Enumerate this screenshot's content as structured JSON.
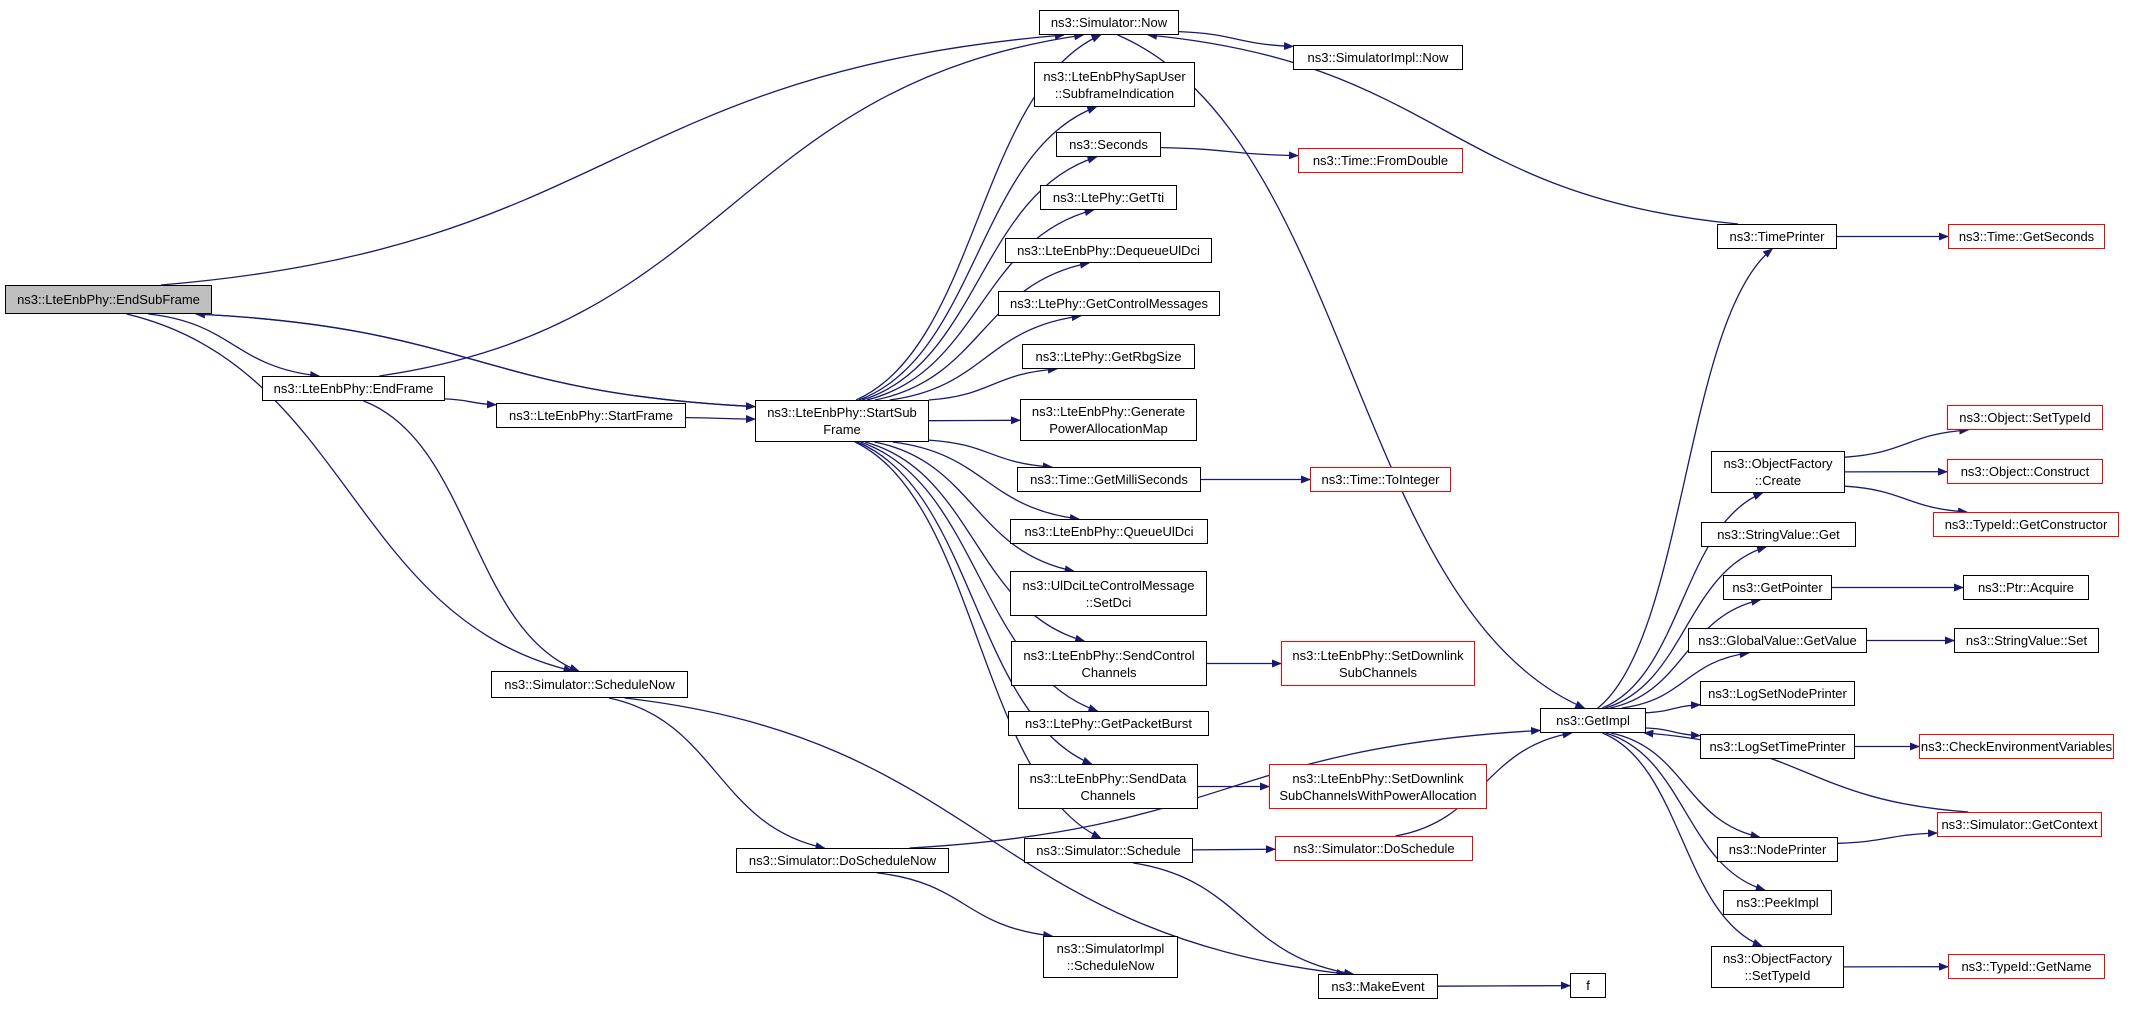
{
  "colors": {
    "edge": "#191970",
    "node_border": "#000000",
    "external_border": "#ff0000",
    "root_fill": "#bfbfbf"
  },
  "nodes": [
    {
      "id": "end_sub_frame",
      "lines": [
        "ns3::LteEnbPhy::EndSubFrame"
      ],
      "style": "root"
    },
    {
      "id": "end_frame",
      "lines": [
        "ns3::LteEnbPhy::EndFrame"
      ],
      "style": "normal"
    },
    {
      "id": "start_frame",
      "lines": [
        "ns3::LteEnbPhy::StartFrame"
      ],
      "style": "normal"
    },
    {
      "id": "start_sub_frame",
      "lines": [
        "ns3::LteEnbPhy::StartSub",
        "Frame"
      ],
      "style": "normal"
    },
    {
      "id": "schedule_now",
      "lines": [
        "ns3::Simulator::ScheduleNow"
      ],
      "style": "normal"
    },
    {
      "id": "do_schedule_now",
      "lines": [
        "ns3::Simulator::DoScheduleNow"
      ],
      "style": "normal"
    },
    {
      "id": "simimpl_schedule_now",
      "lines": [
        "ns3::SimulatorImpl",
        "::ScheduleNow"
      ],
      "style": "normal"
    },
    {
      "id": "sim_now",
      "lines": [
        "ns3::Simulator::Now"
      ],
      "style": "normal"
    },
    {
      "id": "simimpl_now",
      "lines": [
        "ns3::SimulatorImpl::Now"
      ],
      "style": "normal"
    },
    {
      "id": "subframe_indication",
      "lines": [
        "ns3::LteEnbPhySapUser",
        "::SubframeIndication"
      ],
      "style": "normal"
    },
    {
      "id": "seconds",
      "lines": [
        "ns3::Seconds"
      ],
      "style": "normal"
    },
    {
      "id": "from_double",
      "lines": [
        "ns3::Time::FromDouble"
      ],
      "style": "external"
    },
    {
      "id": "get_tti",
      "lines": [
        "ns3::LtePhy::GetTti"
      ],
      "style": "normal"
    },
    {
      "id": "dequeue_ul_dci",
      "lines": [
        "ns3::LteEnbPhy::DequeueUlDci"
      ],
      "style": "normal"
    },
    {
      "id": "get_control_messages",
      "lines": [
        "ns3::LtePhy::GetControlMessages"
      ],
      "style": "normal"
    },
    {
      "id": "get_rbg_size",
      "lines": [
        "ns3::LtePhy::GetRbgSize"
      ],
      "style": "normal"
    },
    {
      "id": "gen_power_alloc",
      "lines": [
        "ns3::LteEnbPhy::Generate",
        "PowerAllocationMap"
      ],
      "style": "normal"
    },
    {
      "id": "get_milliseconds",
      "lines": [
        "ns3::Time::GetMilliSeconds"
      ],
      "style": "normal"
    },
    {
      "id": "to_integer",
      "lines": [
        "ns3::Time::ToInteger"
      ],
      "style": "external"
    },
    {
      "id": "queue_ul_dci",
      "lines": [
        "ns3::LteEnbPhy::QueueUlDci"
      ],
      "style": "normal"
    },
    {
      "id": "set_dci",
      "lines": [
        "ns3::UlDciLteControlMessage",
        "::SetDci"
      ],
      "style": "normal"
    },
    {
      "id": "send_control_channels",
      "lines": [
        "ns3::LteEnbPhy::SendControl",
        "Channels"
      ],
      "style": "normal"
    },
    {
      "id": "set_downlink_subchannels",
      "lines": [
        "ns3::LteEnbPhy::SetDownlink",
        "SubChannels"
      ],
      "style": "external"
    },
    {
      "id": "get_packet_burst",
      "lines": [
        "ns3::LtePhy::GetPacketBurst"
      ],
      "style": "normal"
    },
    {
      "id": "send_data_channels",
      "lines": [
        "ns3::LteEnbPhy::SendData",
        "Channels"
      ],
      "style": "normal"
    },
    {
      "id": "set_downlink_subchannels_pa",
      "lines": [
        "ns3::LteEnbPhy::SetDownlink",
        "SubChannelsWithPowerAllocation"
      ],
      "style": "external"
    },
    {
      "id": "sim_schedule",
      "lines": [
        "ns3::Simulator::Schedule"
      ],
      "style": "normal"
    },
    {
      "id": "do_schedule",
      "lines": [
        "ns3::Simulator::DoSchedule"
      ],
      "style": "external"
    },
    {
      "id": "make_event",
      "lines": [
        "ns3::MakeEvent"
      ],
      "style": "normal"
    },
    {
      "id": "f",
      "lines": [
        "f"
      ],
      "style": "normal"
    },
    {
      "id": "get_impl",
      "lines": [
        "ns3::GetImpl"
      ],
      "style": "normal"
    },
    {
      "id": "time_printer",
      "lines": [
        "ns3::TimePrinter"
      ],
      "style": "normal"
    },
    {
      "id": "get_seconds",
      "lines": [
        "ns3::Time::GetSeconds"
      ],
      "style": "external"
    },
    {
      "id": "object_factory_create",
      "lines": [
        "ns3::ObjectFactory",
        "::Create"
      ],
      "style": "normal"
    },
    {
      "id": "set_type_id",
      "lines": [
        "ns3::Object::SetTypeId"
      ],
      "style": "external"
    },
    {
      "id": "object_construct",
      "lines": [
        "ns3::Object::Construct"
      ],
      "style": "external"
    },
    {
      "id": "get_constructor",
      "lines": [
        "ns3::TypeId::GetConstructor"
      ],
      "style": "external"
    },
    {
      "id": "string_value_get",
      "lines": [
        "ns3::StringValue::Get"
      ],
      "style": "normal"
    },
    {
      "id": "get_pointer",
      "lines": [
        "ns3::GetPointer"
      ],
      "style": "normal"
    },
    {
      "id": "ptr_acquire",
      "lines": [
        "ns3::Ptr::Acquire"
      ],
      "style": "normal"
    },
    {
      "id": "global_value_get_value",
      "lines": [
        "ns3::GlobalValue::GetValue"
      ],
      "style": "normal"
    },
    {
      "id": "string_value_set",
      "lines": [
        "ns3::StringValue::Set"
      ],
      "style": "normal"
    },
    {
      "id": "log_set_node_printer",
      "lines": [
        "ns3::LogSetNodePrinter"
      ],
      "style": "normal"
    },
    {
      "id": "log_set_time_printer",
      "lines": [
        "ns3::LogSetTimePrinter"
      ],
      "style": "normal"
    },
    {
      "id": "check_env_vars",
      "lines": [
        "ns3::CheckEnvironmentVariables"
      ],
      "style": "external"
    },
    {
      "id": "get_context",
      "lines": [
        "ns3::Simulator::GetContext"
      ],
      "style": "external"
    },
    {
      "id": "node_printer",
      "lines": [
        "ns3::NodePrinter"
      ],
      "style": "normal"
    },
    {
      "id": "peek_impl",
      "lines": [
        "ns3::PeekImpl"
      ],
      "style": "normal"
    },
    {
      "id": "object_factory_set_type_id",
      "lines": [
        "ns3::ObjectFactory",
        "::SetTypeId"
      ],
      "style": "normal"
    },
    {
      "id": "type_id_get_name",
      "lines": [
        "ns3::TypeId::GetName"
      ],
      "style": "external"
    }
  ],
  "edges": [
    [
      "end_sub_frame",
      "sim_now"
    ],
    [
      "end_sub_frame",
      "end_frame"
    ],
    [
      "end_sub_frame",
      "start_sub_frame"
    ],
    [
      "end_sub_frame",
      "schedule_now"
    ],
    [
      "end_frame",
      "sim_now"
    ],
    [
      "end_frame",
      "start_frame"
    ],
    [
      "end_frame",
      "schedule_now"
    ],
    [
      "start_frame",
      "start_sub_frame"
    ],
    [
      "start_sub_frame",
      "end_sub_frame"
    ],
    [
      "start_sub_frame",
      "sim_now"
    ],
    [
      "start_sub_frame",
      "subframe_indication"
    ],
    [
      "start_sub_frame",
      "seconds"
    ],
    [
      "start_sub_frame",
      "get_tti"
    ],
    [
      "start_sub_frame",
      "dequeue_ul_dci"
    ],
    [
      "start_sub_frame",
      "get_control_messages"
    ],
    [
      "start_sub_frame",
      "get_rbg_size"
    ],
    [
      "start_sub_frame",
      "gen_power_alloc"
    ],
    [
      "start_sub_frame",
      "get_milliseconds"
    ],
    [
      "start_sub_frame",
      "queue_ul_dci"
    ],
    [
      "start_sub_frame",
      "set_dci"
    ],
    [
      "start_sub_frame",
      "send_control_channels"
    ],
    [
      "start_sub_frame",
      "get_packet_burst"
    ],
    [
      "start_sub_frame",
      "send_data_channels"
    ],
    [
      "start_sub_frame",
      "sim_schedule"
    ],
    [
      "schedule_now",
      "do_schedule_now"
    ],
    [
      "schedule_now",
      "make_event"
    ],
    [
      "do_schedule_now",
      "get_impl"
    ],
    [
      "do_schedule_now",
      "simimpl_schedule_now"
    ],
    [
      "sim_now",
      "simimpl_now"
    ],
    [
      "sim_now",
      "get_impl"
    ],
    [
      "seconds",
      "from_double"
    ],
    [
      "get_milliseconds",
      "to_integer"
    ],
    [
      "send_control_channels",
      "set_downlink_subchannels"
    ],
    [
      "send_data_channels",
      "set_downlink_subchannels_pa"
    ],
    [
      "sim_schedule",
      "do_schedule"
    ],
    [
      "sim_schedule",
      "make_event"
    ],
    [
      "do_schedule",
      "get_impl"
    ],
    [
      "make_event",
      "f"
    ],
    [
      "get_impl",
      "time_printer"
    ],
    [
      "get_impl",
      "object_factory_create"
    ],
    [
      "get_impl",
      "string_value_get"
    ],
    [
      "get_impl",
      "get_pointer"
    ],
    [
      "get_impl",
      "global_value_get_value"
    ],
    [
      "get_impl",
      "log_set_node_printer"
    ],
    [
      "get_impl",
      "log_set_time_printer"
    ],
    [
      "get_impl",
      "node_printer"
    ],
    [
      "get_impl",
      "peek_impl"
    ],
    [
      "get_impl",
      "object_factory_set_type_id"
    ],
    [
      "time_printer",
      "sim_now"
    ],
    [
      "time_printer",
      "get_seconds"
    ],
    [
      "object_factory_create",
      "set_type_id"
    ],
    [
      "object_factory_create",
      "object_construct"
    ],
    [
      "object_factory_create",
      "get_constructor"
    ],
    [
      "get_pointer",
      "ptr_acquire"
    ],
    [
      "global_value_get_value",
      "string_value_set"
    ],
    [
      "log_set_time_printer",
      "check_env_vars"
    ],
    [
      "get_context",
      "get_impl"
    ],
    [
      "node_printer",
      "get_context"
    ],
    [
      "object_factory_set_type_id",
      "type_id_get_name"
    ]
  ]
}
